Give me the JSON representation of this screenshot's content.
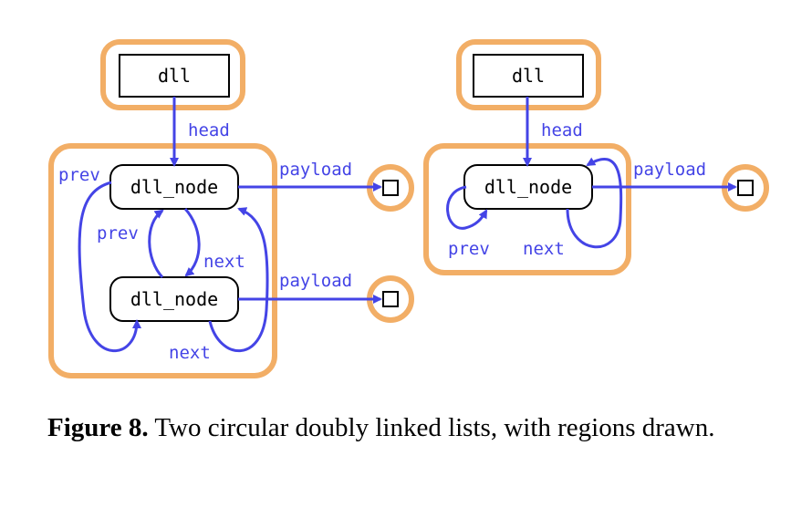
{
  "diagram": {
    "colors": {
      "region": "#f2ae66",
      "edge": "#4444e6",
      "node_border": "#000000"
    },
    "left": {
      "dll_label": "dll",
      "head_label": "head",
      "node1_label": "dll_node",
      "node2_label": "dll_node",
      "prev_outer_label": "prev",
      "prev_inner_label": "prev",
      "next_inner_label": "next",
      "next_outer_label": "next",
      "payload1_label": "payload",
      "payload2_label": "payload"
    },
    "right": {
      "dll_label": "dll",
      "head_label": "head",
      "node_label": "dll_node",
      "prev_label": "prev",
      "next_label": "next",
      "payload_label": "payload"
    }
  },
  "caption": {
    "label": "Figure 8.",
    "text": " Two circular doubly linked lists, with regions drawn."
  }
}
